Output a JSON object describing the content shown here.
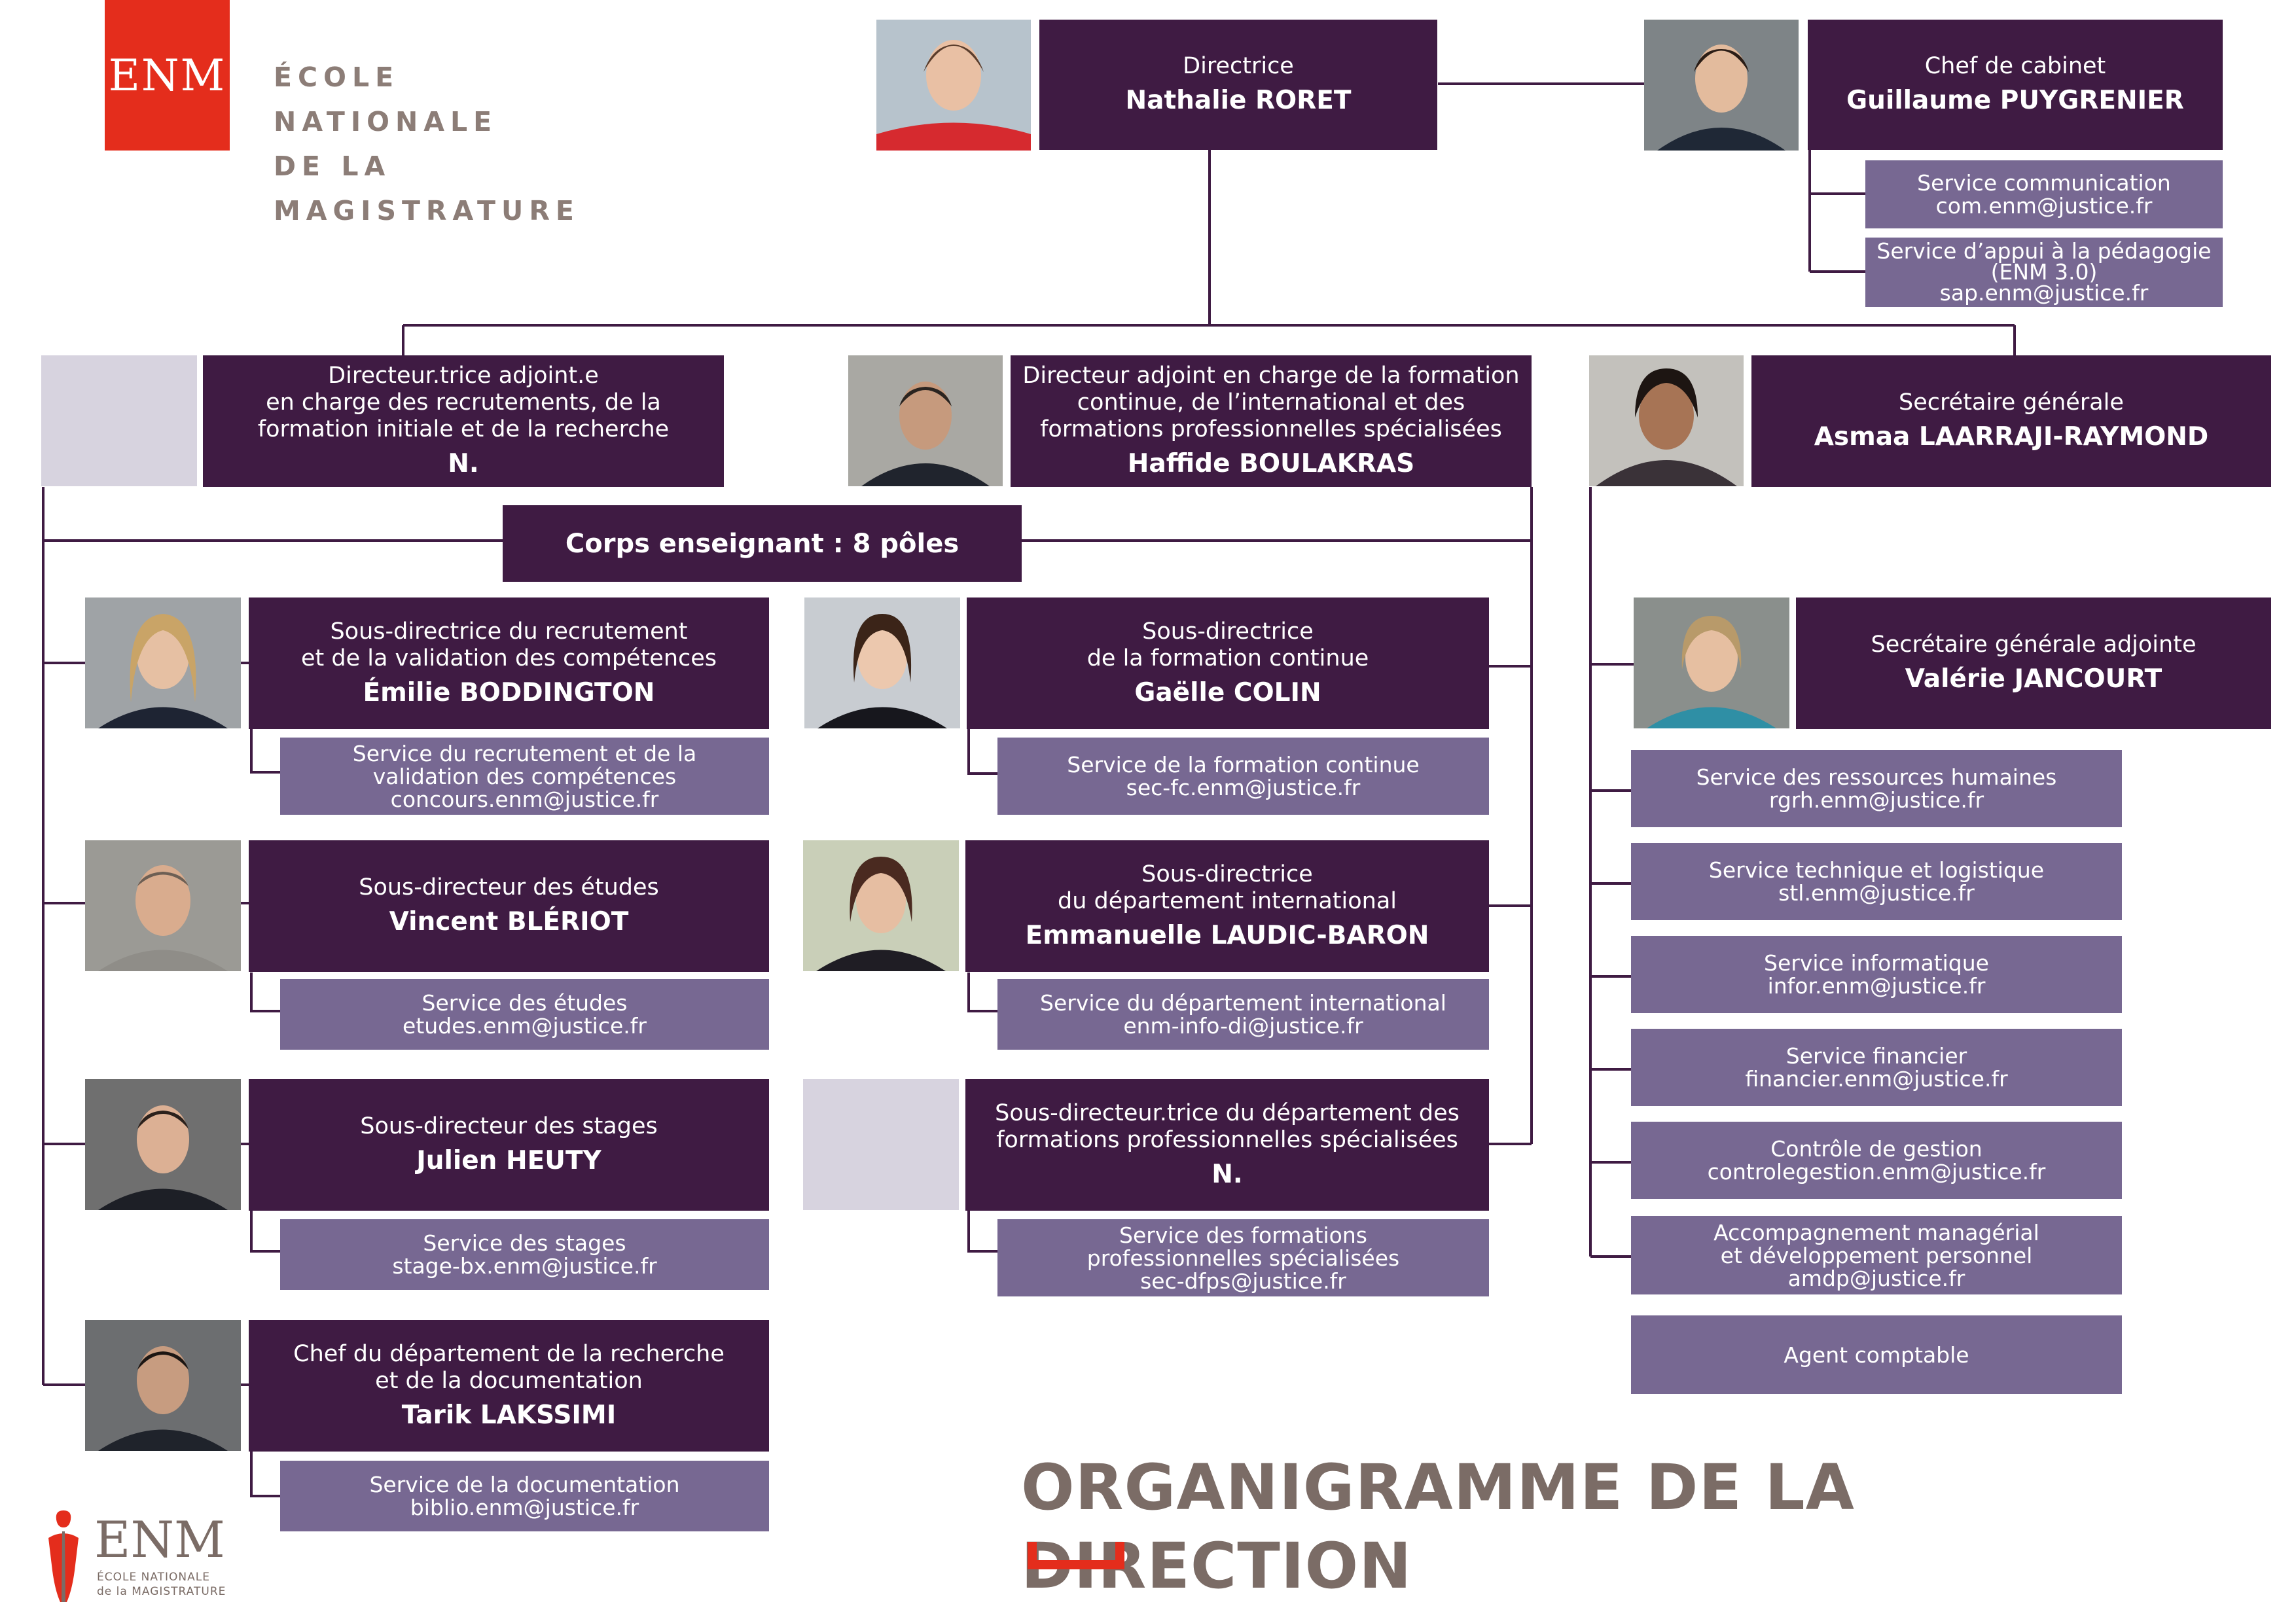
{
  "logo": {
    "text": "ENM",
    "school_lines": [
      "ÉCOLE",
      "NATIONALE",
      "DE LA",
      "MAGISTRATURE"
    ]
  },
  "footer_logo": {
    "text": "ENM",
    "line1": "ÉCOLE NATIONALE",
    "line2": "de la MAGISTRATURE"
  },
  "title": "ORGANIGRAMME DE LA DIRECTION",
  "colors": {
    "dark_box": "#3f1b43",
    "light_box": "#776892",
    "brand_red": "#e42d1c",
    "title_gray": "#7b6c66"
  },
  "directrice": {
    "role": "Directrice",
    "name": "Nathalie RORET"
  },
  "cabinet": {
    "role": "Chef de cabinet",
    "name": "Guillaume PUYGRENIER",
    "services": [
      {
        "lines": "Service communication\ncom.enm@justice.fr"
      },
      {
        "lines": "Service d’appui à la pédagogie\n(ENM 3.0)\nsap.enm@justice.fr"
      }
    ]
  },
  "adjoint_recrutement": {
    "role": "Directeur.trice adjoint.e\nen charge des recrutements, de la\nformation initiale et de la recherche",
    "name": "N."
  },
  "adjoint_formation": {
    "role": "Directeur adjoint en charge de la formation\ncontinue,  de l’international et des\nformations  professionnelles spécialisées",
    "name": "Haffide BOULAKRAS"
  },
  "secretaire_generale": {
    "role": "Secrétaire générale",
    "name": "Asmaa LAARRAJI-RAYMOND"
  },
  "corps_enseignant": "Corps enseignant : 8 pôles",
  "left_column": [
    {
      "role": "Sous-directrice du recrutement\net de la validation des compétences",
      "name": "Émilie BODDINGTON",
      "service": "Service du recrutement et de la\nvalidation des compétences\nconcours.enm@justice.fr"
    },
    {
      "role": "Sous-directeur des études",
      "name": "Vincent BLÉRIOT",
      "service": "Service des études\netudes.enm@justice.fr"
    },
    {
      "role": "Sous-directeur des stages",
      "name": "Julien HEUTY",
      "service": "Service des stages\nstage-bx.enm@justice.fr"
    },
    {
      "role": "Chef du département de la recherche\net de la documentation",
      "name": "Tarik LAKSSIMI",
      "service": "Service de la documentation\nbiblio.enm@justice.fr"
    }
  ],
  "middle_column": [
    {
      "role": "Sous-directrice\nde la formation continue",
      "name": "Gaëlle COLIN",
      "service": "Service de la formation continue\nsec-fc.enm@justice.fr"
    },
    {
      "role": "Sous-directrice\ndu département international",
      "name": "Emmanuelle LAUDIC-BARON",
      "service": "Service du département international\nenm-info-di@justice.fr"
    },
    {
      "role": "Sous-directeur.trice du département des\nformations professionnelles spécialisées",
      "name": "N.",
      "service": "Service des formations\nprofessionnelles spécialisées\nsec-dfps@justice.fr"
    }
  ],
  "sg_adjointe": {
    "role": "Secrétaire générale adjointe",
    "name": "Valérie JANCOURT"
  },
  "sg_services": [
    "Service des ressources humaines\nrgrh.enm@justice.fr",
    "Service technique et logistique\nstl.enm@justice.fr",
    "Service informatique\ninfor.enm@justice.fr",
    "Service financier\nfinancier.enm@justice.fr",
    "Contrôle de gestion\ncontrolegestion.enm@justice.fr",
    "Accompagnement managérial\net développement personnel\namdp@justice.fr",
    "Agent comptable"
  ]
}
